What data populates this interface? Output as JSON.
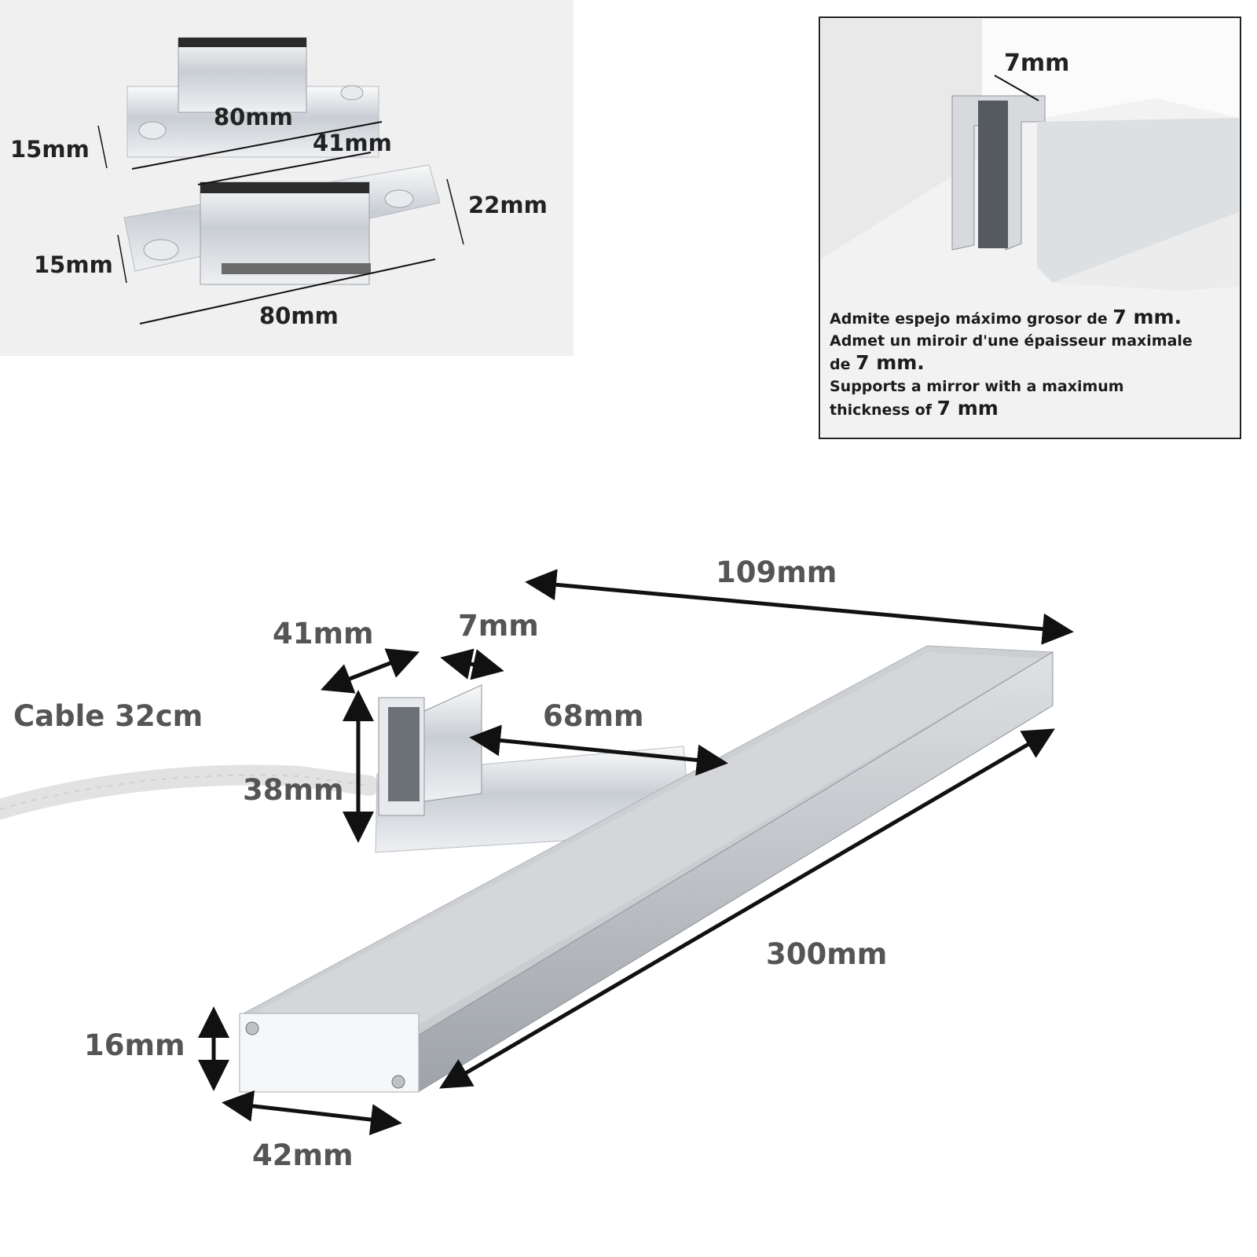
{
  "colors": {
    "accent_text": "#555555",
    "dark_text": "#222222",
    "chrome": "#d9dde2",
    "panel": "#f0f0f0"
  },
  "top_left_photo": {
    "upper_clip": {
      "width": "80mm",
      "depth": "41mm",
      "height": "15mm"
    },
    "lower_clip": {
      "width": "80mm",
      "height": "15mm",
      "depth": "22mm"
    }
  },
  "top_right_panel": {
    "gap": "7mm",
    "caption": {
      "es_text": "Admite espejo máximo grosor de ",
      "es_value": "7 mm.",
      "fr_text_1": "Admet un miroir d'une épaisseur maximale",
      "fr_text_2": "de ",
      "fr_value": "7 mm.",
      "en_text_1": "Supports a mirror with a maximum",
      "en_text_2": "thickness of ",
      "en_value": "7 mm"
    }
  },
  "main_diagram": {
    "cable": "Cable 32cm",
    "bracket_depth": "41mm",
    "slot": "7mm",
    "arm_length": "68mm",
    "bracket_height": "38mm",
    "depth_top": "109mm",
    "length": "300mm",
    "thickness": "16mm",
    "width": "42mm"
  }
}
